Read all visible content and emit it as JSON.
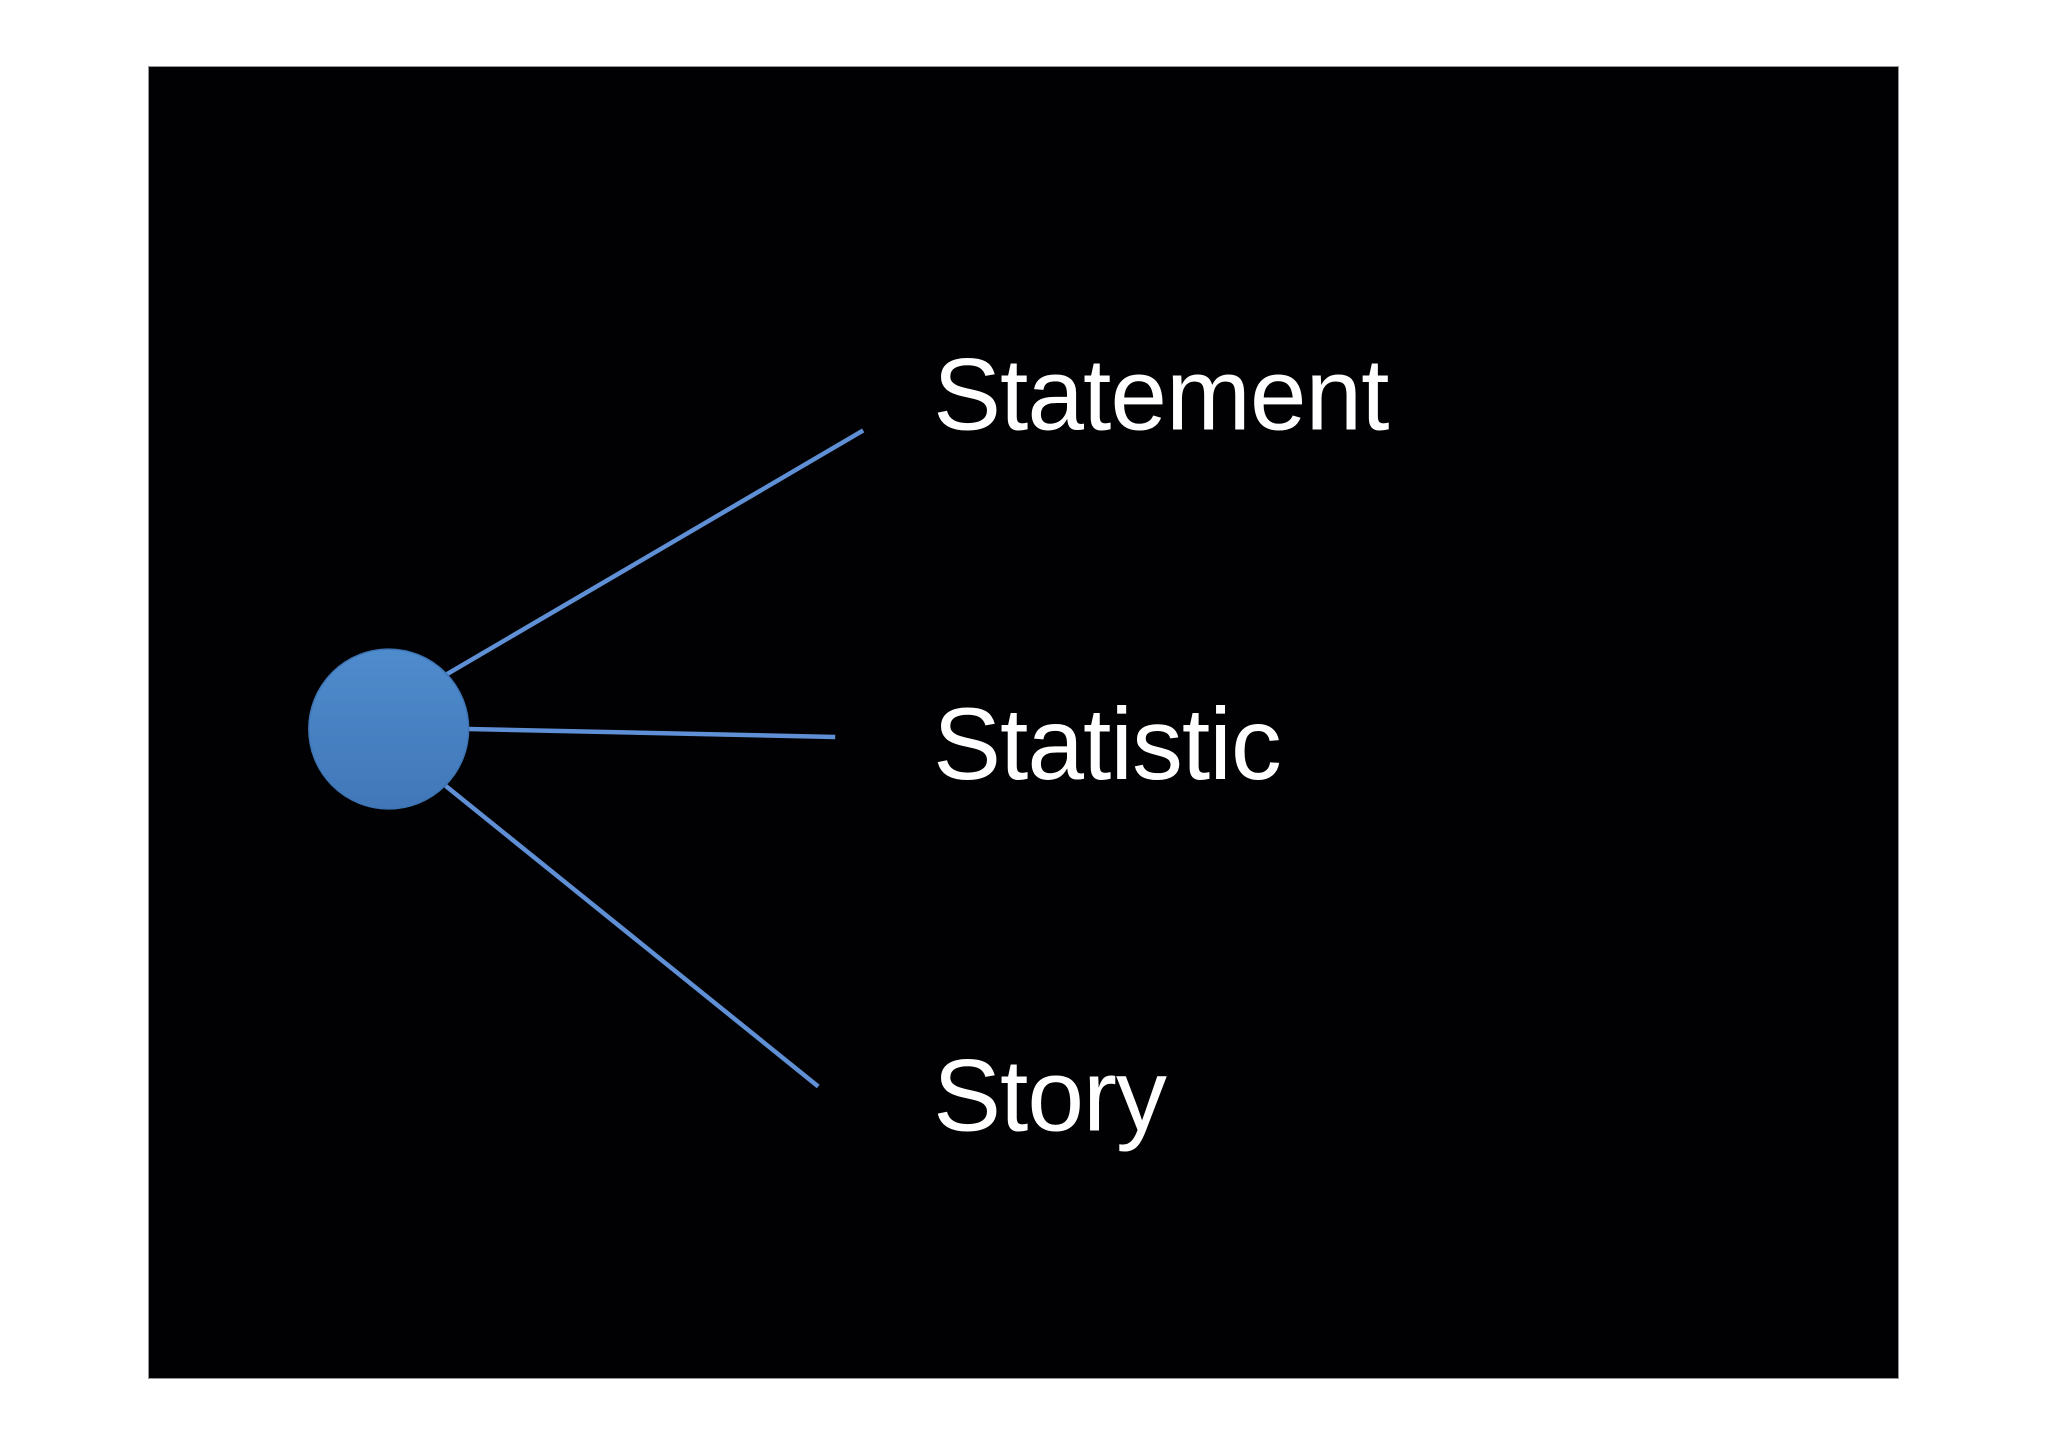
{
  "diagram": {
    "type": "radial-mindmap",
    "page_background": "#ffffff",
    "slide_background": "#010103",
    "slide_border_color": "#97979b",
    "text_color": "#ffffff",
    "connector_color": "#5f8fd4",
    "node": {
      "shape": "circle",
      "fill_top": "#4f8ccd",
      "fill_bottom": "#4177b9",
      "stroke": "#3d74b4"
    },
    "labels": [
      {
        "text": "Statement"
      },
      {
        "text": "Statistic"
      },
      {
        "text": "Story"
      }
    ]
  }
}
